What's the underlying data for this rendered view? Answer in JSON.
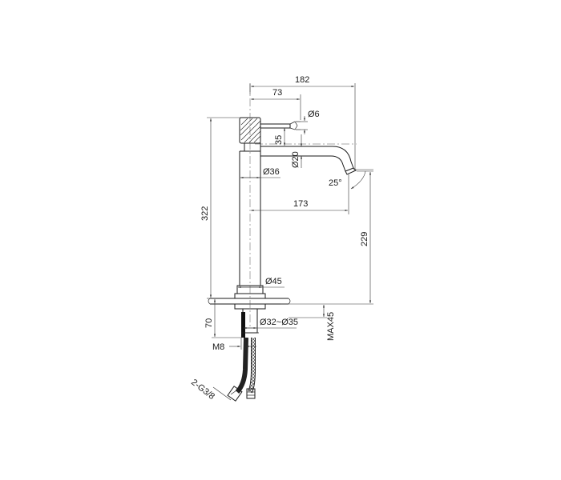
{
  "dimensions": {
    "total_reach": "182",
    "handle_offset": "73",
    "handle_diameter": "Ø6",
    "handle_height": "35",
    "spout_diameter": "Ø20",
    "body_diameter": "Ø36",
    "spout_angle": "25°",
    "spout_reach": "173",
    "outlet_height": "229",
    "total_height": "322",
    "base_diameter": "Ø45",
    "hole_diameter": "Ø32~Ø35",
    "below_counter": "70",
    "max_counter_thickness": "MAX45",
    "thread": "M8",
    "hose_connection": "2-G3/8"
  }
}
